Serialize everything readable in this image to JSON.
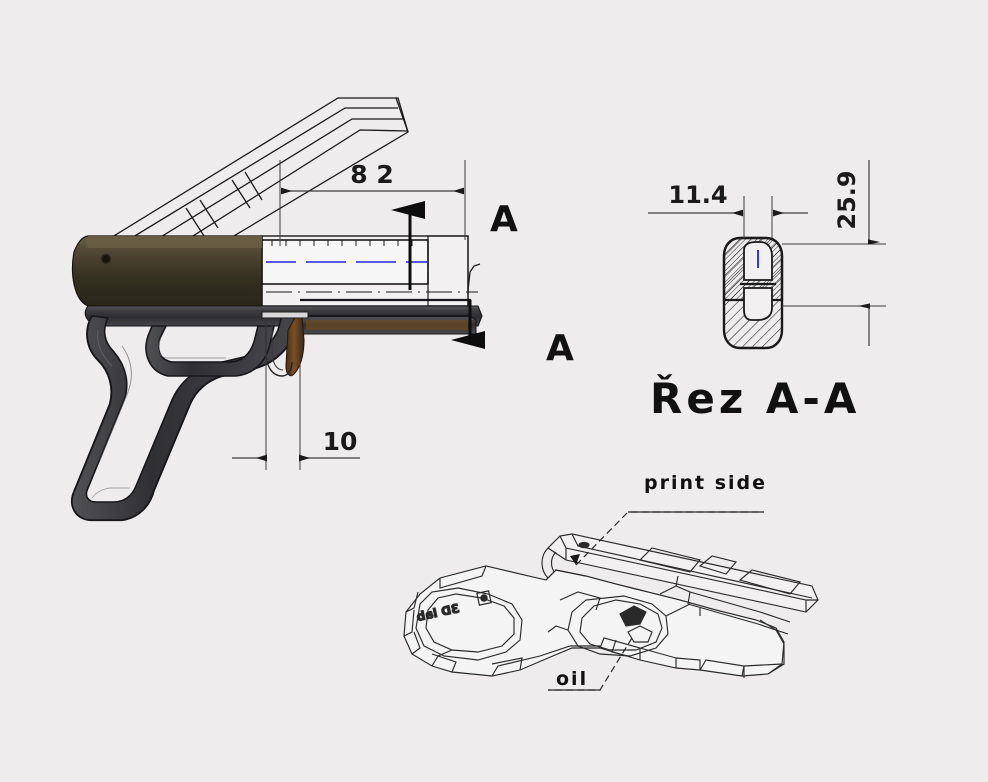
{
  "drawing": {
    "background_color": "#eeecec",
    "line_color": "#1a1a1a",
    "centerline_color": "#2323d8",
    "frame_color": "#3a3a3c",
    "slide_color": "#4a4130",
    "trigger_color": "#6b4423"
  },
  "dimensions": {
    "length_82": {
      "value": "8 2",
      "units_implied": "mm"
    },
    "offset_10": {
      "value": "10",
      "units_implied": "mm"
    },
    "width_11_4": {
      "value": "11.4",
      "units_implied": "mm"
    },
    "height_25_9": {
      "value": "25.9",
      "units_implied": "mm"
    }
  },
  "section": {
    "arrow_label_top": "A",
    "arrow_label_bottom": "A",
    "title": "Řez A-A"
  },
  "annotations": {
    "print_side": "print side",
    "oil": "oil",
    "engraving_mirrored": "3D lab"
  },
  "views": {
    "main_view_name": "side-elevation-assembly",
    "section_view_name": "section-a-a-profile",
    "iso_view_name": "isometric-wireframe-exploded"
  }
}
